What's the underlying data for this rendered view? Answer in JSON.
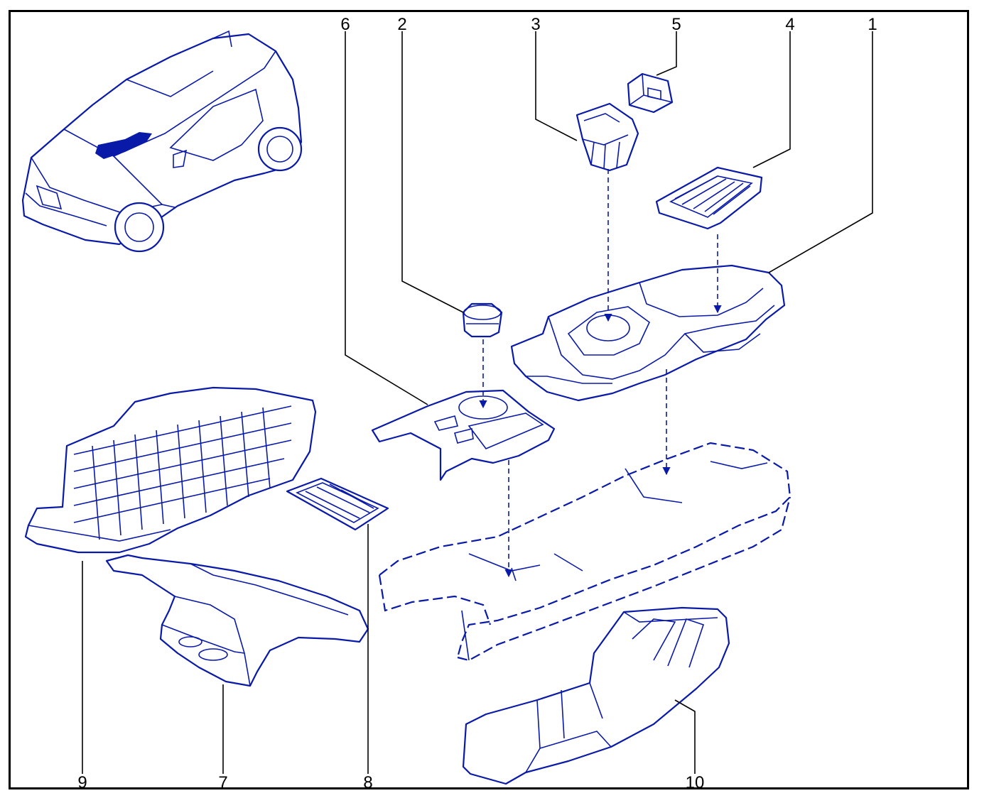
{
  "colors": {
    "line": "#0a1aa8",
    "label": "#000000",
    "border": "#000000"
  },
  "callouts": {
    "c1": "1",
    "c2": "2",
    "c3": "3",
    "c4": "4",
    "c5": "5",
    "c6": "6",
    "c7": "7",
    "c8": "8",
    "c9": "9",
    "c10": "10"
  }
}
